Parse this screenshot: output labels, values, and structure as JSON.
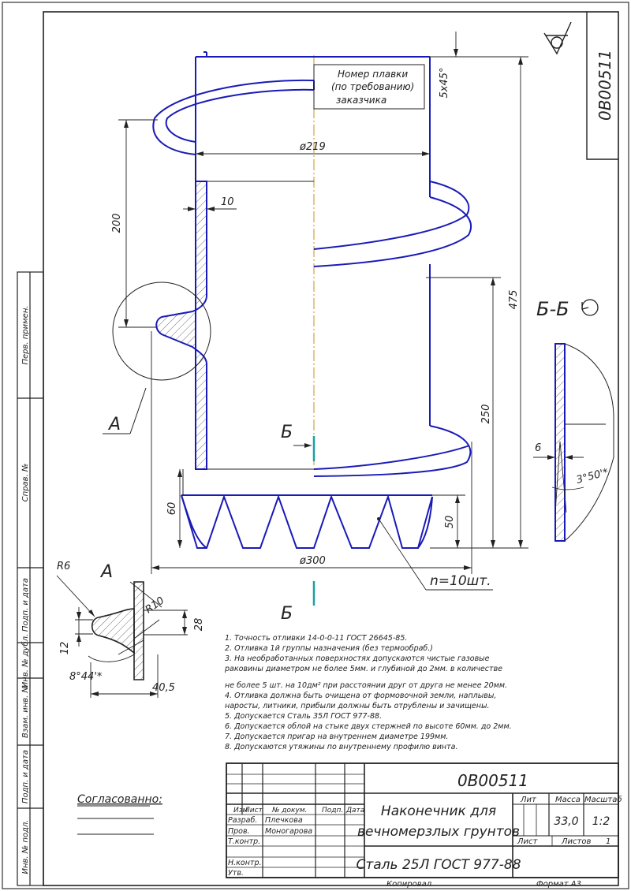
{
  "drawing": {
    "code": "0В00511",
    "code_rotated": "0В00511",
    "title_line1": "Наконечник для",
    "title_line2": "вечномерзлых грунтов",
    "material": "Сталь 25Л ГОСТ 977-88",
    "mass": "33,0",
    "scale": "1:2",
    "sheets_label": "Листов",
    "sheets_value": "1",
    "sheet_label": "Лист",
    "lit_label": "Лит",
    "mass_label": "Масса",
    "scale_label": "Масштаб",
    "copied": "Копировал",
    "format": "Формат А3"
  },
  "title_block": {
    "cols": [
      "Изм",
      "Лист",
      "№ докум.",
      "Подп.",
      "Дата"
    ],
    "rows": [
      {
        "role": "Разраб.",
        "name": "Плечкова"
      },
      {
        "role": "Пров.",
        "name": "Моногарова"
      },
      {
        "role": "Т.контр.",
        "name": ""
      },
      {
        "role": "Н.контр.",
        "name": ""
      },
      {
        "role": "Утв.",
        "name": ""
      }
    ]
  },
  "side_strip": [
    "Перв. примен.",
    "Справ. №",
    "Подп. и дата",
    "Инв. № дубл.",
    "Взам. инв. №",
    "Подп. и дата",
    "Инв. № подл."
  ],
  "labels": {
    "melt_note_1": "Номер плавки",
    "melt_note_2": "(по требованию)",
    "melt_note_3": "заказчика",
    "section_name": "Б-Б",
    "detail_view": "А",
    "detail_ref": "А",
    "cut_mark_top": "Б",
    "cut_mark_bottom": "Б",
    "teeth_count": "n=10шт.",
    "approved": "Согласованно:"
  },
  "dimensions": {
    "chamfer": "5x45°",
    "dia_219": "ø219",
    "dia_300": "ø300",
    "wall": "10",
    "pitch_200": "200",
    "len_475": "475",
    "len_250": "250",
    "h_60": "60",
    "h_50": "50",
    "sec_6": "6",
    "sec_angle": "3°50'*",
    "det_r6": "R6",
    "det_r10": "R10",
    "det_28": "28",
    "det_12": "12",
    "det_angle": "8°44'*",
    "det_405": "40,5"
  },
  "notes": [
    "1. Точность отливки 14-0-0-11 ГОСТ 26645-85.",
    "2. Отливка 1й группы назначения (без термообраб.)",
    "3. На необработанных поверхностях допускаются чистые газовые",
    "раковины диаметром не более 5мм. и глубиной до 2мм. в количестве",
    "не более 5 шт. на 10дм² при расстоянии друг от друга не менее 20мм.",
    "4. Отливка должна быть очищена от формовочной земли, наплывы,",
    "наросты, литники, прибыли должны быть отрублены и зачищены.",
    "5. Допускается Сталь 35Л ГОСТ 977-88.",
    "6. Допускается облой на стыке двух стержней по высоте 60мм. до 2мм.",
    "7. Допускается пригар на внутреннем диаметре 199мм.",
    "8. Допускаются утяжины по внутреннему профилю винта."
  ]
}
